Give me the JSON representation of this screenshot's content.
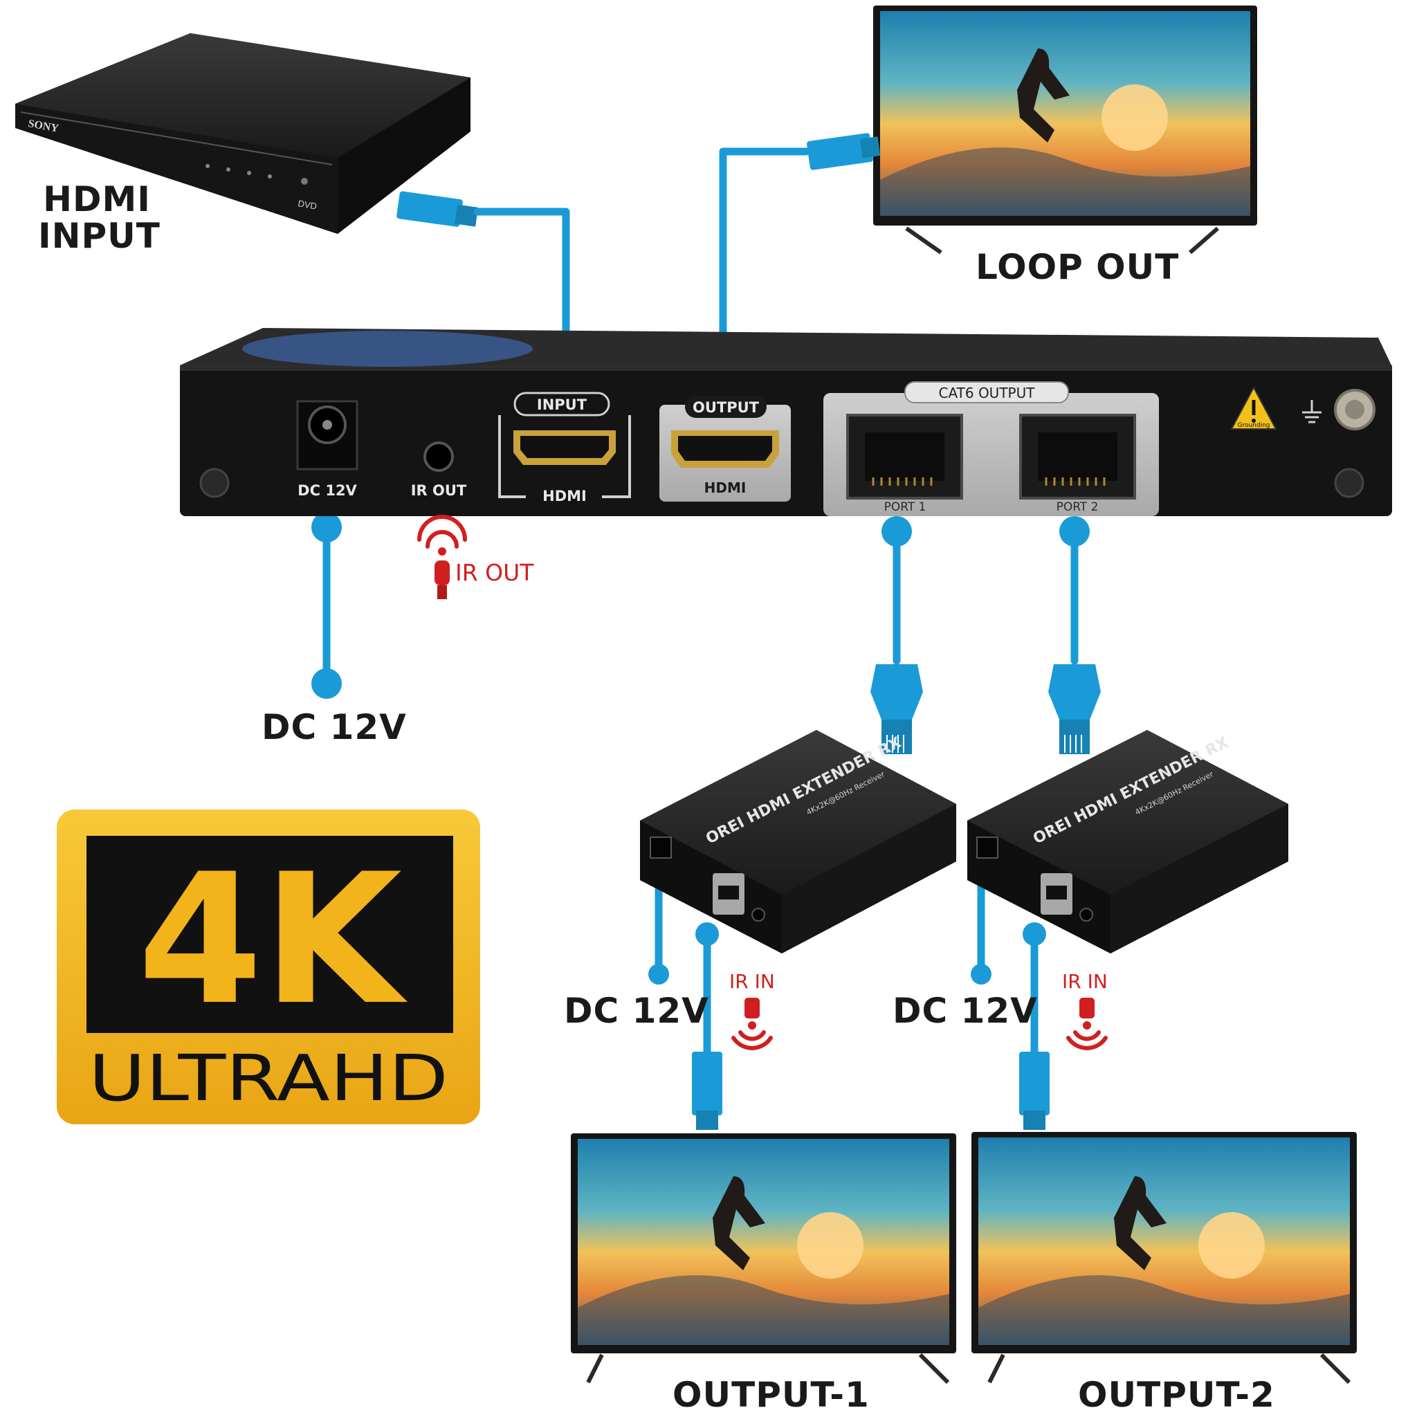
{
  "labels": {
    "hdmi_input_line1": "HDMI",
    "hdmi_input_line2": "INPUT",
    "loop_out": "LOOP OUT",
    "dc12v_main": "DC 12V",
    "dc12v_rx1": "DC 12V",
    "dc12v_rx2": "DC 12V",
    "ir_out": "IR OUT",
    "ir_in_1": "IR IN",
    "ir_in_2": "IR IN",
    "output_1": "OUTPUT-1",
    "output_2": "OUTPUT-2"
  },
  "player": {
    "brand": "SONY",
    "badge": "DVD"
  },
  "transmitter": {
    "dc_label": "DC 12V",
    "ir_label": "IR OUT",
    "input_tag": "INPUT",
    "input_port": "HDMI",
    "output_tag": "OUTPUT",
    "output_port": "HDMI",
    "cat6_title": "CAT6 OUTPUT",
    "port1": "PORT 1",
    "port2": "PORT 2",
    "ground_warning": "Grounding"
  },
  "receivers": [
    {
      "brand": "OREI HDMI EXTENDER RX",
      "model": "4Kx2K@60Hz Receiver"
    },
    {
      "brand": "OREI HDMI EXTENDER RX",
      "model": "4Kx2K@60Hz Receiver"
    }
  ],
  "badge": {
    "big": "4K",
    "small": "ULTRAHD"
  },
  "colors": {
    "cable": "#1a9bd7",
    "ir": "#d11f1f",
    "badge_gold": "#f2b31b",
    "device": "#1f1f1f"
  }
}
